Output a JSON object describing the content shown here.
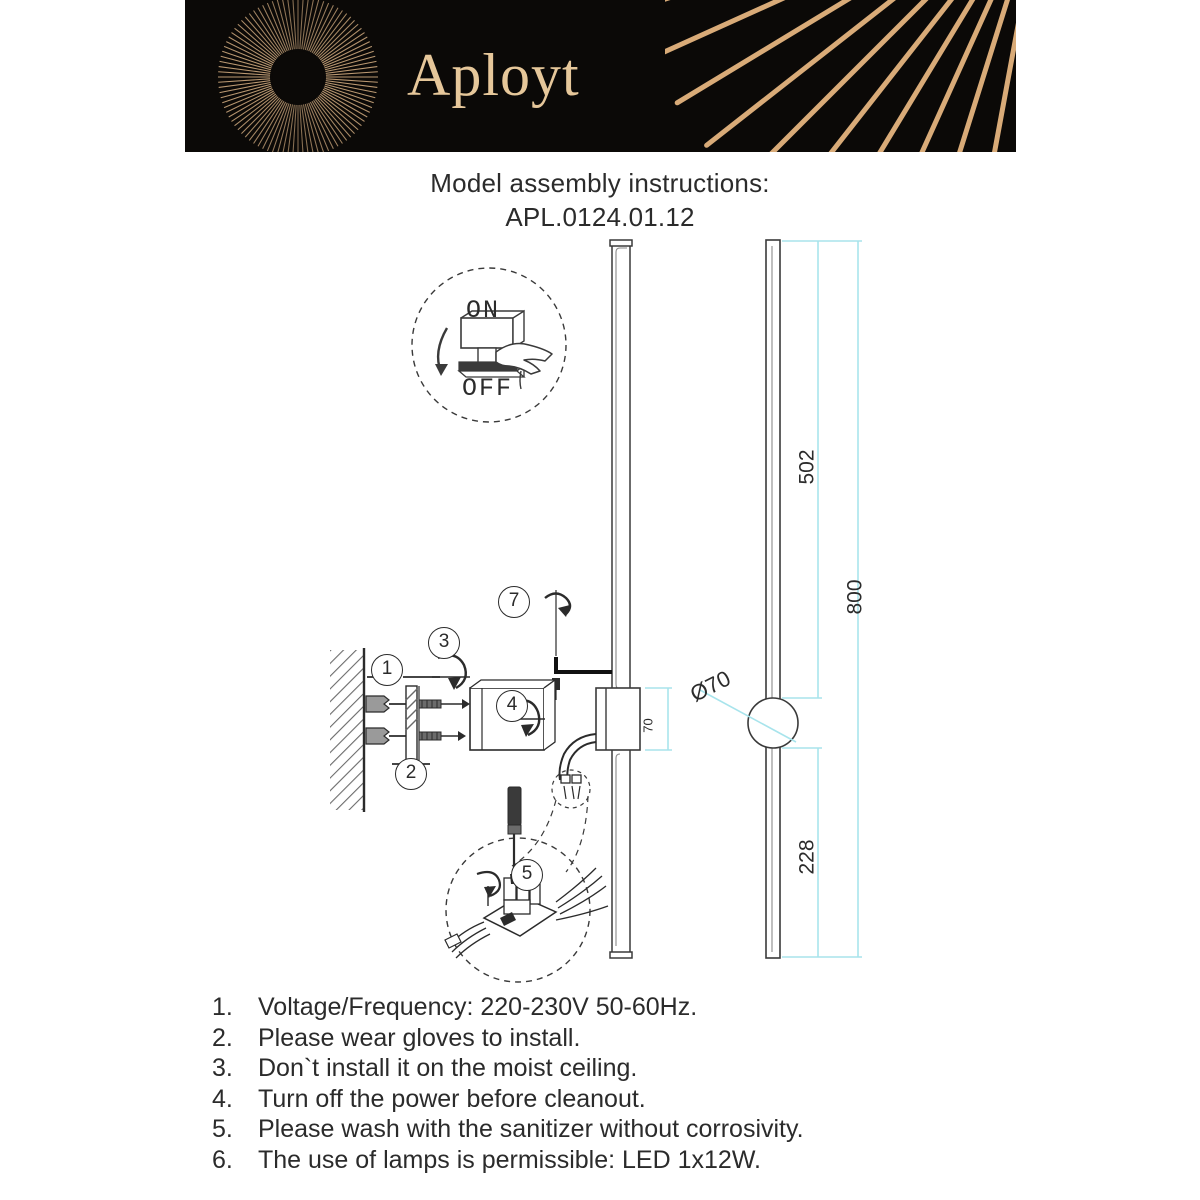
{
  "banner": {
    "brand": "Aployt",
    "logo_icon": "sunburst-logo-icon",
    "rays_icon": "radial-rays-icon",
    "background_color": "#0b0907",
    "gold_color": "#e6c79a"
  },
  "title": {
    "heading": "Model assembly instructions:",
    "model_code": "APL.0124.01.12"
  },
  "power_icon": {
    "on_label": "ON",
    "off_label": "OFF",
    "icon": "switch-on-off-icon"
  },
  "dimensions": {
    "upper_length": "502",
    "total_length": "800",
    "lower_length": "228",
    "diameter": "Ø70",
    "bracket_depth": "70"
  },
  "callouts": [
    {
      "id": "1",
      "label": "1"
    },
    {
      "id": "2",
      "label": "2"
    },
    {
      "id": "3",
      "label": "3"
    },
    {
      "id": "4",
      "label": "4"
    },
    {
      "id": "5",
      "label": "5"
    },
    {
      "id": "7",
      "label": "7"
    }
  ],
  "notes": [
    {
      "num": "1.",
      "text": "Voltage/Frequency: 220-230V 50-60Hz."
    },
    {
      "num": "2.",
      "text": "Please wear gloves to install."
    },
    {
      "num": "3.",
      "text": "Don`t install it on the moist ceiling."
    },
    {
      "num": "4.",
      "text": "Turn off the power before cleanout."
    },
    {
      "num": "5.",
      "text": "Please wash with the sanitizer without corrosivity."
    },
    {
      "num": "6.",
      "text": "The use of lamps is permissible: LED 1x12W."
    }
  ],
  "colors": {
    "line": "#2b2b2b",
    "dimension_line": "#a8e4ec",
    "page_background": "#ffffff"
  }
}
